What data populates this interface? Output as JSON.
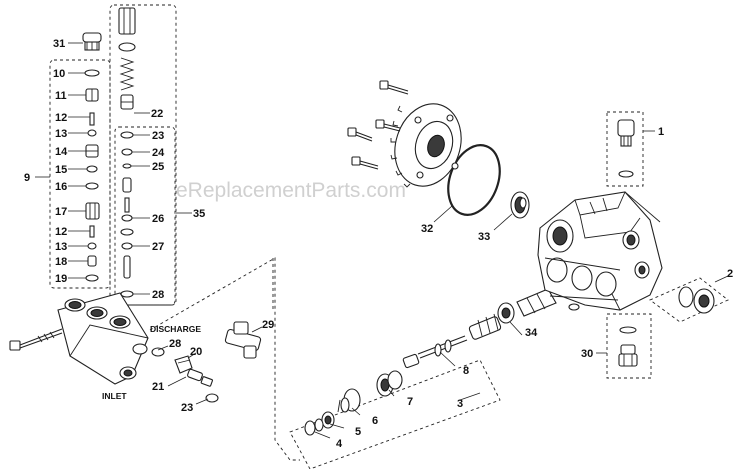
{
  "watermark": "eReplacementParts.com",
  "labels": {
    "inlet": "INLET",
    "discharge": "DISCHARGE"
  },
  "callouts": {
    "c1": "1",
    "c2": "2",
    "c3": "3",
    "c4": "4",
    "c5": "5",
    "c6": "6",
    "c7": "7",
    "c8": "8",
    "c9": "9",
    "c10": "10",
    "c11": "11",
    "c12a": "12",
    "c12b": "12",
    "c13a": "13",
    "c13b": "13",
    "c14": "14",
    "c15": "15",
    "c16": "16",
    "c17": "17",
    "c18": "18",
    "c19": "19",
    "c20": "20",
    "c21": "21",
    "c22": "22",
    "c23a": "23",
    "c23b": "23",
    "c24": "24",
    "c25": "25",
    "c26": "26",
    "c27": "27",
    "c28a": "28",
    "c28b": "28",
    "c29": "29",
    "c30": "30",
    "c31": "31",
    "c32": "32",
    "c33": "33",
    "c34": "34",
    "c35": "35"
  }
}
